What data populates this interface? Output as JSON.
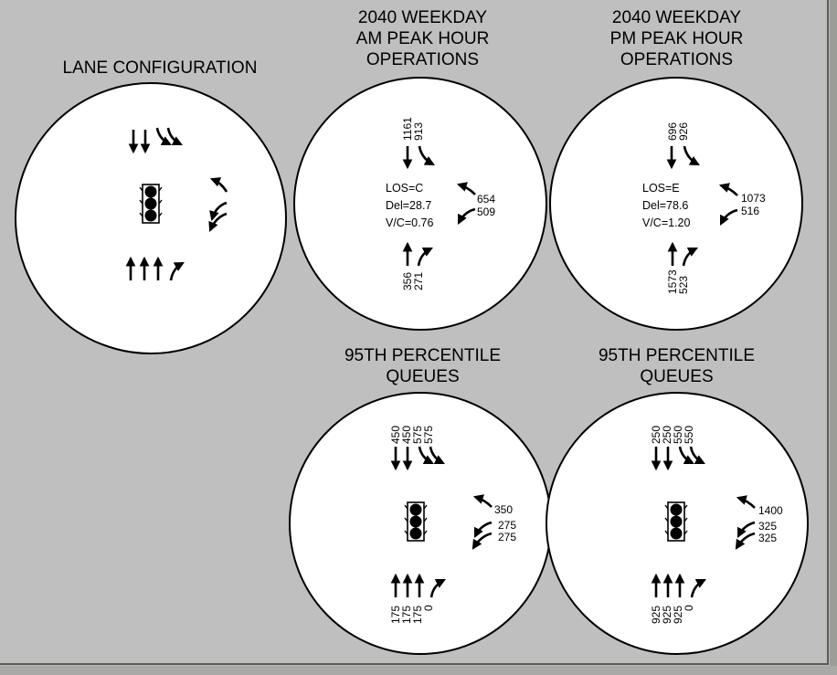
{
  "panels": [
    {
      "id": "lane-config",
      "title": "LANE CONFIGURATION"
    },
    {
      "id": "am",
      "title": "2040 WEEKDAY\nAM PEAK HOUR\nOPERATIONS",
      "sb_through": "1161",
      "sb_right": "913",
      "wb_left": "654",
      "wb_right": "509",
      "nb_through": "356",
      "nb_right": "271",
      "los": "LOS=C",
      "delay": "Del=28.7",
      "vc": "V/C=0.76"
    },
    {
      "id": "pm",
      "title": "2040 WEEKDAY\nPM PEAK HOUR\nOPERATIONS",
      "sb_through": "696",
      "sb_right": "926",
      "wb_left": "1073",
      "wb_right": "516",
      "nb_through": "1573",
      "nb_right": "523",
      "los": "LOS=E",
      "delay": "Del=78.6",
      "vc": "V/C=1.20"
    },
    {
      "id": "am-queues",
      "title": "95TH PERCENTILE\nQUEUES",
      "sb": [
        "450",
        "450",
        "575",
        "575"
      ],
      "wb": [
        "350",
        "275",
        "275"
      ],
      "nb": [
        "175",
        "175",
        "175",
        "0"
      ]
    },
    {
      "id": "pm-queues",
      "title": "95TH PERCENTILE\nQUEUES",
      "sb": [
        "250",
        "250",
        "550",
        "550"
      ],
      "wb": [
        "1400",
        "325",
        "325"
      ],
      "nb": [
        "925",
        "925",
        "925",
        "0"
      ]
    }
  ]
}
